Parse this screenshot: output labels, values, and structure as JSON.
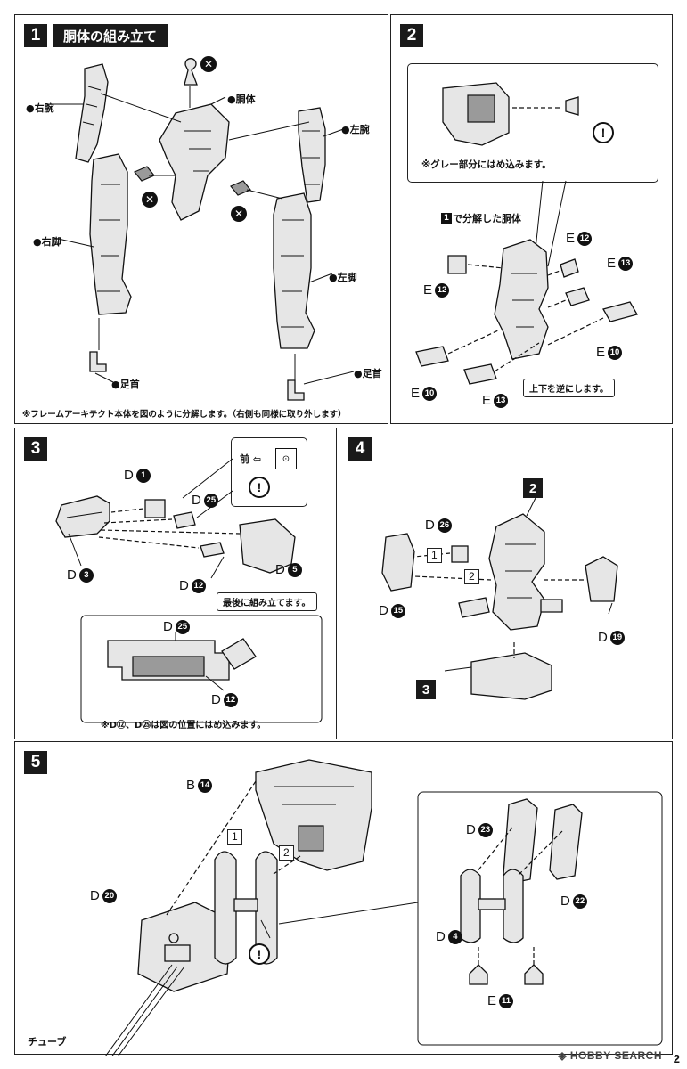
{
  "step1": {
    "number": "1",
    "title": "胴体の組み立て",
    "labels": {
      "right_arm": "右腕",
      "body": "胴体",
      "left_arm": "左腕",
      "right_leg": "右脚",
      "left_leg": "左脚",
      "ankle_left": "足首",
      "ankle_right": "足首"
    },
    "note": "※フレームアーキテクト本体を図のように分解します。（右側も同様に取り外します）"
  },
  "step2": {
    "number": "2",
    "callout_note": "※グレー部分にはめ込みます。",
    "title_ref": "1",
    "title_text": "で分解した胴体",
    "parts": [
      {
        "letter": "E",
        "num": "12"
      },
      {
        "letter": "E",
        "num": "12"
      },
      {
        "letter": "E",
        "num": "13"
      },
      {
        "letter": "E",
        "num": "10"
      },
      {
        "letter": "E",
        "num": "10"
      },
      {
        "letter": "E",
        "num": "13"
      }
    ],
    "tag": "上下を逆にします。"
  },
  "step3": {
    "number": "3",
    "front_label": "前",
    "parts": [
      {
        "letter": "D",
        "num": "1"
      },
      {
        "letter": "D",
        "num": "25"
      },
      {
        "letter": "D",
        "num": "3"
      },
      {
        "letter": "D",
        "num": "12"
      },
      {
        "letter": "D",
        "num": "5"
      }
    ],
    "tag": "最後に組み立てます。",
    "detail_parts": [
      {
        "letter": "D",
        "num": "25"
      },
      {
        "letter": "D",
        "num": "12"
      }
    ],
    "detail_note": "※D⑫、D㉕は図の位置にはめ込みます。"
  },
  "step4": {
    "number": "4",
    "ref_top": "2",
    "ref_bottom": "3",
    "parts": [
      {
        "letter": "D",
        "num": "26"
      },
      {
        "letter": "D",
        "num": "15"
      },
      {
        "letter": "D",
        "num": "19"
      }
    ],
    "seq1": "1",
    "seq2": "2"
  },
  "step5": {
    "number": "5",
    "parts": [
      {
        "letter": "B",
        "num": "14"
      },
      {
        "letter": "D",
        "num": "20"
      },
      {
        "letter": "D",
        "num": "23"
      },
      {
        "letter": "D",
        "num": "22"
      },
      {
        "letter": "D",
        "num": "4"
      },
      {
        "letter": "E",
        "num": "11"
      }
    ],
    "seq1": "1",
    "seq2": "2",
    "tube_label": "チューブ"
  },
  "footer": {
    "brand": "HOBBY SEARCH",
    "page": "2"
  }
}
